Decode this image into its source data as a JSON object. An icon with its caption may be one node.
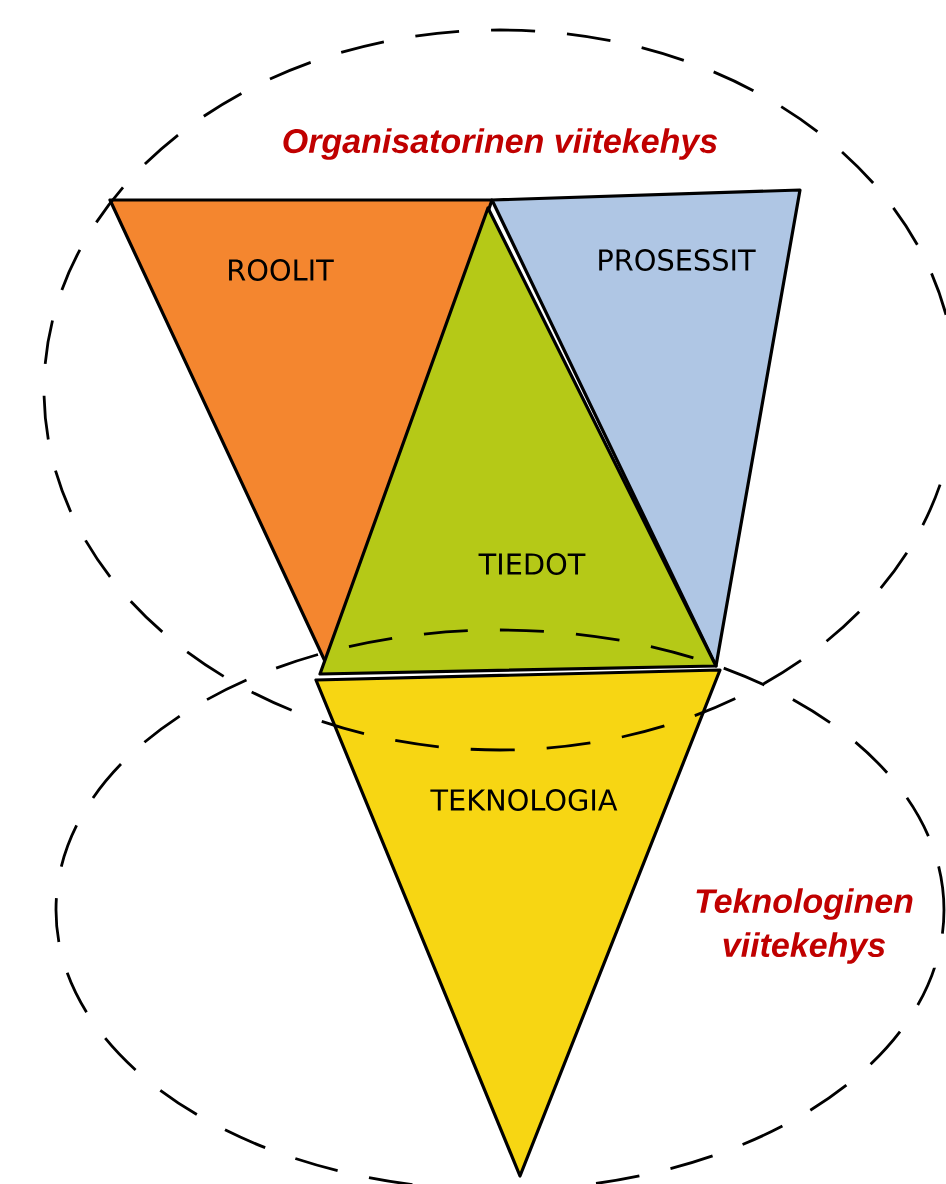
{
  "diagram": {
    "nodes": [
      {
        "text": [
          "Organisatorinen viitekehys"
        ]
      },
      {
        "text": [
          "Teknologinen viitekehys"
        ]
      },
      {
        "text": [
          "ROOLIT"
        ]
      },
      {
        "text": [
          "PROSESSIT"
        ]
      },
      {
        "text": [
          "TIEDOT"
        ]
      },
      {
        "text": [
          "TEKNOLOGIA"
        ]
      }
    ]
  }
}
